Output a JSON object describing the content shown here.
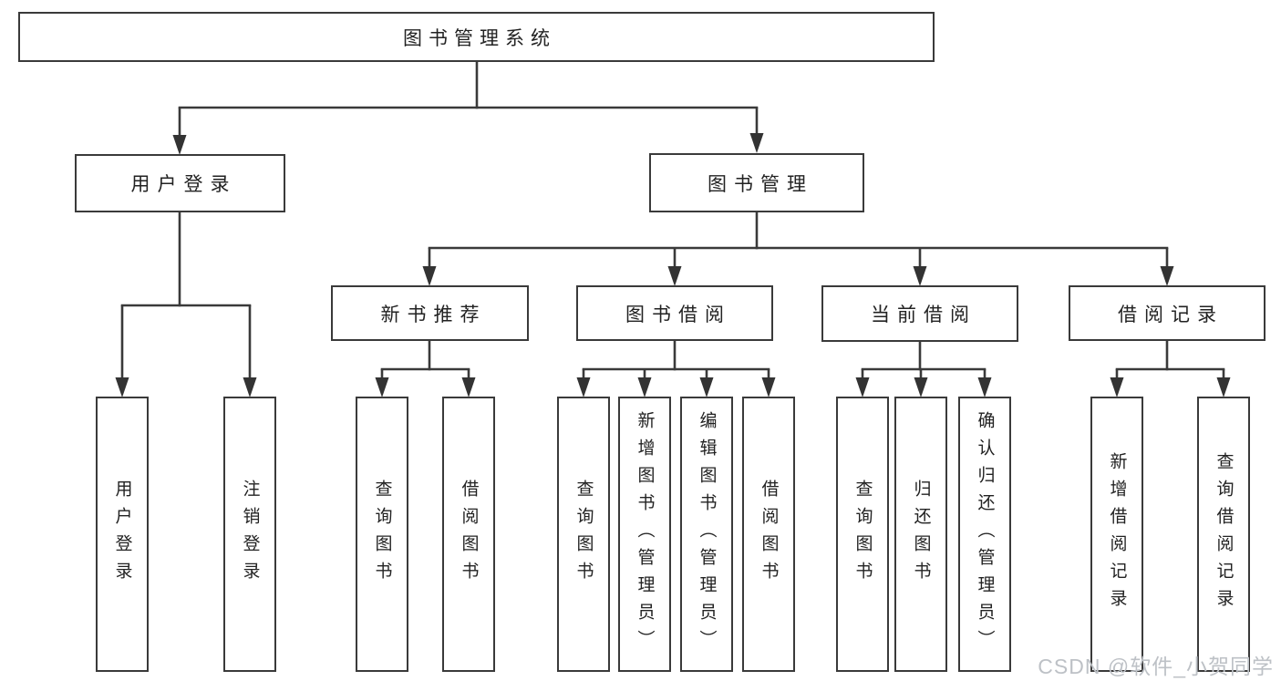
{
  "diagram_title": "图书管理系统",
  "tree": {
    "label": "图书管理系统",
    "children": [
      {
        "label": "用户登录",
        "children": [
          {
            "label": "用户登录"
          },
          {
            "label": "注销登录"
          }
        ]
      },
      {
        "label": "图书管理",
        "children": [
          {
            "label": "新书推荐",
            "children": [
              {
                "label": "查询图书"
              },
              {
                "label": "借阅图书"
              }
            ]
          },
          {
            "label": "图书借阅",
            "children": [
              {
                "label": "查询图书"
              },
              {
                "label": "新增图书（管理员）"
              },
              {
                "label": "编辑图书（管理员）"
              },
              {
                "label": "借阅图书"
              }
            ]
          },
          {
            "label": "当前借阅",
            "children": [
              {
                "label": "查询图书"
              },
              {
                "label": "归还图书"
              },
              {
                "label": "确认归还（管理员）"
              }
            ]
          },
          {
            "label": "借阅记录",
            "children": [
              {
                "label": "新增借阅记录"
              },
              {
                "label": "查询借阅记录"
              }
            ]
          }
        ]
      }
    ]
  },
  "watermark": "CSDN @软件_小贺同学",
  "colors": {
    "line": "#3a3a3a",
    "box_border": "#3a3a3a",
    "text": "#222222",
    "watermark": "#bdc1c6",
    "background": "#ffffff"
  }
}
